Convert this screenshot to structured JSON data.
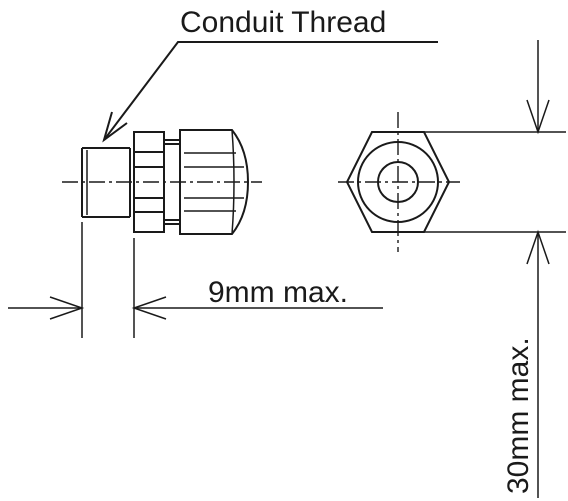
{
  "labels": {
    "conduit_thread": "Conduit Thread",
    "length_dim": "9mm max.",
    "width_dim": "30mm max."
  }
}
